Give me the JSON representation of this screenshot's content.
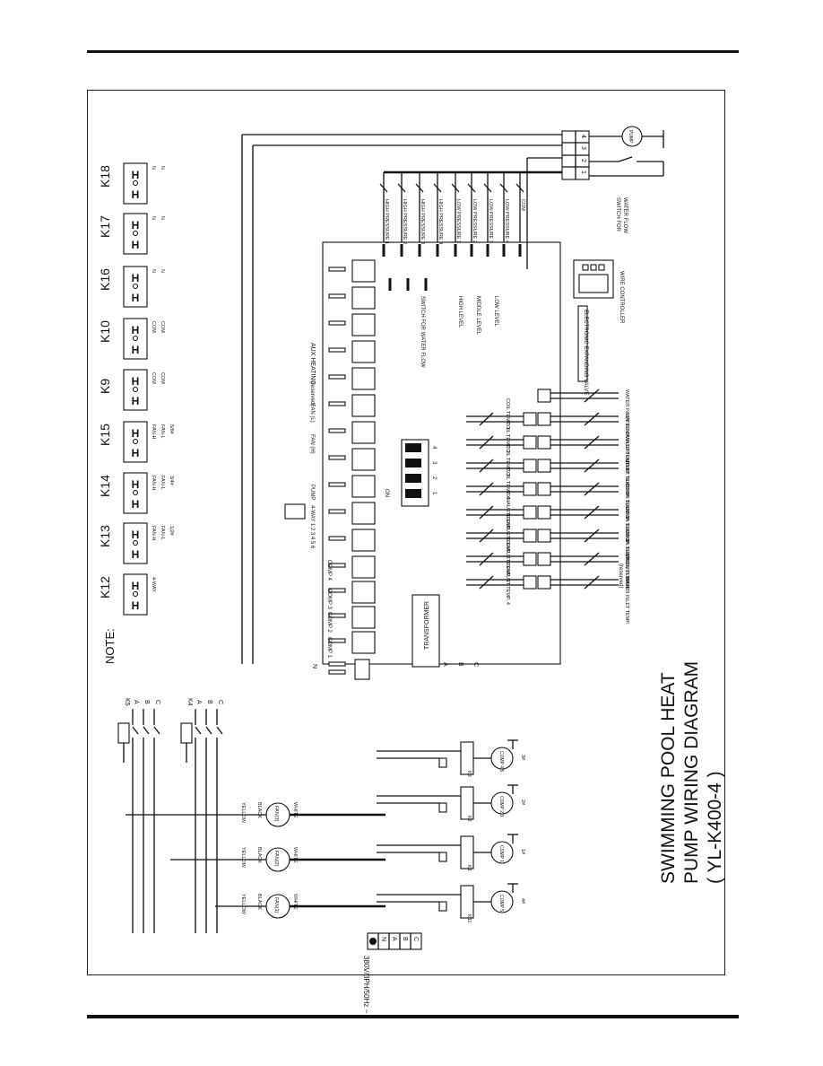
{
  "title": {
    "line1": "SWIMMING POOL HEAT",
    "line2": "PUMP WIRING DIAGRAM",
    "line3": "( YL-K400-4 )"
  },
  "note": "NOTE:",
  "relays": [
    {
      "id": "K12",
      "labels": [
        "4-WAY"
      ]
    },
    {
      "id": "K13",
      "labels": [
        "FAN-H",
        "FAN-L",
        "1/2#"
      ]
    },
    {
      "id": "K14",
      "labels": [
        "FAN-H",
        "FAN-L",
        "3/4#"
      ]
    },
    {
      "id": "K15",
      "labels": [
        "FAN-H",
        "FAN-L",
        "5/6#"
      ]
    },
    {
      "id": "K9",
      "labels": [
        "COM",
        "COM"
      ]
    },
    {
      "id": "K10",
      "labels": [
        "COM",
        "COM"
      ]
    },
    {
      "id": "K16",
      "labels": [
        "N",
        "N"
      ]
    },
    {
      "id": "K17",
      "labels": [
        "N",
        "N"
      ]
    },
    {
      "id": "K18",
      "labels": [
        "N",
        "N"
      ]
    }
  ],
  "pressure_switches": [
    "HIGH PRESSURE 1",
    "HIGH PRESSURE 2",
    "HIGH PRESSURE 3",
    "HIGH PRESSURE 4",
    "LOW PRESSURE 1",
    "LOW PRESSURE 2",
    "LOW PRESSURE 3",
    "LOW PRESSURE 4",
    "COM"
  ],
  "board": {
    "aux_heating": "AUX HEATING",
    "reserved": "(reserved)",
    "fan_l": "FAN (L)",
    "fan_h": "FAN (H)",
    "pump": "PUMP",
    "four_way": "4-WAY 1 2 3 4 5 6",
    "comp": [
      "COMP 4",
      "COMP 3",
      "COMP 2",
      "COMP 1"
    ],
    "n": "N",
    "switch_water_flow": "SWITCH FOR WATER FLOW",
    "levels": [
      "HIGH LEVEL",
      "MIDDLE LEVEL",
      "LOW LEVEL"
    ],
    "dip_on": "ON",
    "dip_nums": [
      "1",
      "2",
      "3",
      "4"
    ],
    "transformer": "TRANSFORMER",
    "phases": [
      "A",
      "B",
      "C"
    ]
  },
  "sensors_left": [
    "COIL TEMP. 1",
    "COIL TEMP. 2",
    "COIL TEMP. 3",
    "COIL TEMP. 4",
    "EXHAUST TEMP. 1",
    "EXHAUST TEMP. 2",
    "EXHAUST TEMP. 3",
    "EXHAUST TEMP. 4"
  ],
  "sensors_right": [
    "WATER INLET TEMP.",
    "WATER OUTLET TEMP. 1",
    "WATER OUTLET TEMP. 2",
    "COMP. SUCTION TEMP. 1",
    "COMP. SUCTION TEMP. 2",
    "COMP. SUCTION TEMP. 3",
    "COMP. SUCTION TEMP. 4",
    "AMBIENT TEMP.",
    "WATER INLET TEMP."
  ],
  "sensor_reserved": "(reserved)",
  "wire_controller": "WIRE CONTROLLER",
  "eev": "ELECTRONIC EXPANDING VALVE",
  "pump_label": "PUMP",
  "flow_switch": [
    "SWITCH FOR",
    "WATER FLOW"
  ],
  "terminal_nums": [
    "1",
    "2",
    "3",
    "4"
  ],
  "contactors": [
    {
      "id": "K5",
      "phases": [
        "A",
        "B",
        "C"
      ]
    },
    {
      "id": "K4",
      "phases": [
        "A",
        "B",
        "C"
      ]
    }
  ],
  "fans": [
    {
      "name": "FAN(3)",
      "wires": [
        "YELLOW",
        "BLACK",
        "WHITE"
      ]
    },
    {
      "name": "FAN(2)",
      "wires": [
        "YELLOW",
        "BLACK",
        "WHITE"
      ]
    },
    {
      "name": "FAN(1)",
      "wires": [
        "YELLOW",
        "BLACK",
        "WHITE"
      ]
    }
  ],
  "compressors": [
    {
      "contactor": "K3",
      "label": "COMP 4,5",
      "cap": "3#"
    },
    {
      "contactor": "K2",
      "label": "COMP 2,3",
      "cap": "2#"
    },
    {
      "contactor": "K1",
      "label": "COMP 1",
      "cap": "1#"
    },
    {
      "contactor": "K11",
      "label": "COMP 5",
      "cap": "4#"
    }
  ],
  "power": {
    "label": "380V/3PH/50Hz ~",
    "terminals": [
      "N",
      "A",
      "B",
      "C"
    ]
  }
}
